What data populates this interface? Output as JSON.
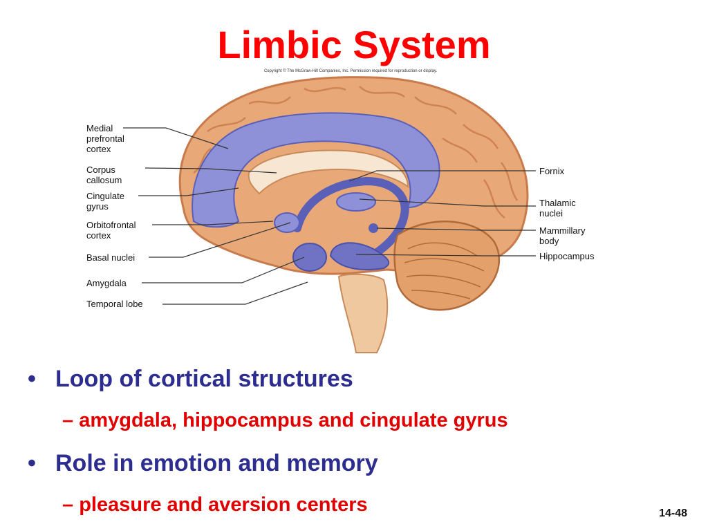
{
  "slide": {
    "title": "Limbic System",
    "copyright": "Copyright © The McGraw-Hill Companies, Inc. Permission required for reproduction or display.",
    "slide_number": "14-48"
  },
  "diagram": {
    "left_labels": [
      {
        "id": "medial-prefrontal-cortex",
        "text": "Medial\nprefrontal\ncortex"
      },
      {
        "id": "corpus-callosum",
        "text": "Corpus\ncallosum"
      },
      {
        "id": "cingulate-gyrus",
        "text": "Cingulate\ngyrus"
      },
      {
        "id": "orbitofrontal-cortex",
        "text": "Orbitofrontal\ncortex"
      },
      {
        "id": "basal-nuclei",
        "text": "Basal nuclei"
      },
      {
        "id": "amygdala",
        "text": "Amygdala"
      },
      {
        "id": "temporal-lobe",
        "text": "Temporal lobe"
      }
    ],
    "right_labels": [
      {
        "id": "fornix",
        "text": "Fornix"
      },
      {
        "id": "thalamic-nuclei",
        "text": "Thalamic\nnuclei"
      },
      {
        "id": "mammillary-body",
        "text": "Mammillary\nbody"
      },
      {
        "id": "hippocampus",
        "text": "Hippocampus"
      }
    ],
    "colors": {
      "brain": "#e8a878",
      "brain_dark": "#c97a4a",
      "limbic": "#8e90d8",
      "limbic_dark": "#5a5fb8",
      "cerebellum": "#e3a06a",
      "stem": "#f0c8a0"
    }
  },
  "bullets": {
    "level1": [
      {
        "bullet": "•",
        "text": "Loop of cortical structures"
      },
      {
        "bullet": "•",
        "text": "Role in emotion and memory"
      }
    ],
    "level2": [
      {
        "dash": "–",
        "text": "amygdala, hippocampus and cingulate gyrus"
      },
      {
        "dash": "–",
        "text": "pleasure and aversion centers"
      }
    ]
  }
}
